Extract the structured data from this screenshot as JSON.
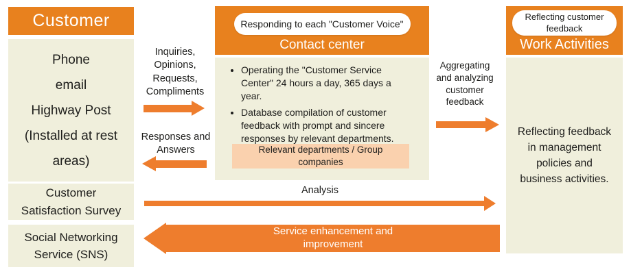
{
  "palette": {
    "orange": "#E8811E",
    "arrow_orange": "#EE7D2D",
    "cream": "#F0EFDC",
    "peach": "#FAD1AE",
    "ink": "#1D1D1B",
    "white": "#FFFFFF"
  },
  "customer": {
    "header": "Customer",
    "channels": [
      "Phone",
      "email",
      "Highway Post",
      "(Installed at rest areas)"
    ],
    "survey": "Customer Satisfaction Survey",
    "sns": "Social Networking Service (SNS)"
  },
  "contact_center": {
    "pill": "Responding to each \"Customer Voice\"",
    "header": "Contact center",
    "bullets": [
      "Operating the \"Customer Service Center\" 24 hours a day, 365 days a year.",
      "Database compilation of customer feedback with prompt and sincere responses by relevant departments."
    ],
    "sub_box": "Relevant departments / Group companies"
  },
  "work_activities": {
    "pill": "Reflecting customer feedback",
    "header": "Work Activities",
    "body": "Reflecting feedback in management policies and business activities."
  },
  "flows": {
    "inquiries": "Inquiries, Opinions, Requests, Compliments",
    "responses": "Responses and Answers",
    "aggregating": "Aggregating and analyzing customer feedback",
    "analysis": "Analysis",
    "service": "Service enhancement and improvement"
  }
}
